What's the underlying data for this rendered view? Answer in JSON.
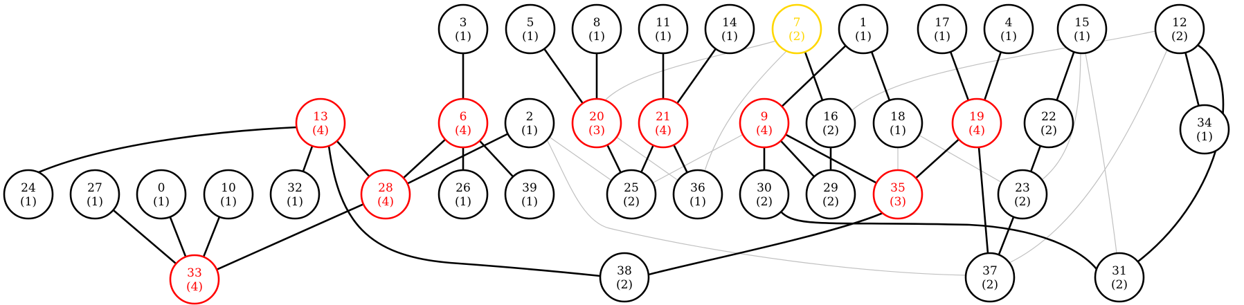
{
  "colors": {
    "default": "#000000",
    "highlight": "#ff0000",
    "selected": "#ffd700",
    "light_edge": "#c0c0c0"
  },
  "nodes": [
    {
      "id": "3",
      "label": "3",
      "count": "(1)",
      "state": "default"
    },
    {
      "id": "5",
      "label": "5",
      "count": "(1)",
      "state": "default"
    },
    {
      "id": "8",
      "label": "8",
      "count": "(1)",
      "state": "default"
    },
    {
      "id": "11",
      "label": "11",
      "count": "(1)",
      "state": "default"
    },
    {
      "id": "14",
      "label": "14",
      "count": "(1)",
      "state": "default"
    },
    {
      "id": "7",
      "label": "7",
      "count": "(2)",
      "state": "selected"
    },
    {
      "id": "1",
      "label": "1",
      "count": "(1)",
      "state": "default"
    },
    {
      "id": "17",
      "label": "17",
      "count": "(1)",
      "state": "default"
    },
    {
      "id": "4",
      "label": "4",
      "count": "(1)",
      "state": "default"
    },
    {
      "id": "15",
      "label": "15",
      "count": "(1)",
      "state": "default"
    },
    {
      "id": "12",
      "label": "12",
      "count": "(2)",
      "state": "default"
    },
    {
      "id": "13",
      "label": "13",
      "count": "(4)",
      "state": "highlight"
    },
    {
      "id": "6",
      "label": "6",
      "count": "(4)",
      "state": "highlight"
    },
    {
      "id": "2",
      "label": "2",
      "count": "(1)",
      "state": "default"
    },
    {
      "id": "20",
      "label": "20",
      "count": "(3)",
      "state": "highlight"
    },
    {
      "id": "21",
      "label": "21",
      "count": "(4)",
      "state": "highlight"
    },
    {
      "id": "9",
      "label": "9",
      "count": "(4)",
      "state": "highlight"
    },
    {
      "id": "16",
      "label": "16",
      "count": "(2)",
      "state": "default"
    },
    {
      "id": "18",
      "label": "18",
      "count": "(1)",
      "state": "default"
    },
    {
      "id": "19",
      "label": "19",
      "count": "(4)",
      "state": "highlight"
    },
    {
      "id": "22",
      "label": "22",
      "count": "(2)",
      "state": "default"
    },
    {
      "id": "34",
      "label": "34",
      "count": "(1)",
      "state": "default"
    },
    {
      "id": "24",
      "label": "24",
      "count": "(1)",
      "state": "default"
    },
    {
      "id": "27",
      "label": "27",
      "count": "(1)",
      "state": "default"
    },
    {
      "id": "0",
      "label": "0",
      "count": "(1)",
      "state": "default"
    },
    {
      "id": "10",
      "label": "10",
      "count": "(1)",
      "state": "default"
    },
    {
      "id": "32",
      "label": "32",
      "count": "(1)",
      "state": "default"
    },
    {
      "id": "28",
      "label": "28",
      "count": "(4)",
      "state": "highlight"
    },
    {
      "id": "26",
      "label": "26",
      "count": "(1)",
      "state": "default"
    },
    {
      "id": "39",
      "label": "39",
      "count": "(1)",
      "state": "default"
    },
    {
      "id": "25",
      "label": "25",
      "count": "(2)",
      "state": "default"
    },
    {
      "id": "36",
      "label": "36",
      "count": "(1)",
      "state": "default"
    },
    {
      "id": "30",
      "label": "30",
      "count": "(2)",
      "state": "default"
    },
    {
      "id": "29",
      "label": "29",
      "count": "(2)",
      "state": "default"
    },
    {
      "id": "35",
      "label": "35",
      "count": "(3)",
      "state": "highlight"
    },
    {
      "id": "23",
      "label": "23",
      "count": "(2)",
      "state": "default"
    },
    {
      "id": "33",
      "label": "33",
      "count": "(4)",
      "state": "highlight"
    },
    {
      "id": "38",
      "label": "38",
      "count": "(2)",
      "state": "default"
    },
    {
      "id": "37",
      "label": "37",
      "count": "(2)",
      "state": "default"
    },
    {
      "id": "31",
      "label": "31",
      "count": "(2)",
      "state": "default"
    }
  ],
  "edges": [
    {
      "from": "3",
      "to": "6",
      "weight": "strong"
    },
    {
      "from": "5",
      "to": "20",
      "weight": "strong"
    },
    {
      "from": "8",
      "to": "20",
      "weight": "strong"
    },
    {
      "from": "11",
      "to": "21",
      "weight": "strong"
    },
    {
      "from": "14",
      "to": "21",
      "weight": "strong"
    },
    {
      "from": "7",
      "to": "16",
      "weight": "strong"
    },
    {
      "from": "1",
      "to": "9",
      "weight": "strong"
    },
    {
      "from": "1",
      "to": "18",
      "weight": "strong"
    },
    {
      "from": "17",
      "to": "19",
      "weight": "strong"
    },
    {
      "from": "4",
      "to": "19",
      "weight": "strong"
    },
    {
      "from": "15",
      "to": "22",
      "weight": "strong"
    },
    {
      "from": "12",
      "to": "34",
      "weight": "strong"
    },
    {
      "from": "12",
      "to": "31",
      "weight": "strong"
    },
    {
      "from": "13",
      "to": "24",
      "weight": "strong"
    },
    {
      "from": "13",
      "to": "32",
      "weight": "strong"
    },
    {
      "from": "13",
      "to": "28",
      "weight": "strong"
    },
    {
      "from": "13",
      "to": "38",
      "weight": "strong"
    },
    {
      "from": "6",
      "to": "28",
      "weight": "strong"
    },
    {
      "from": "6",
      "to": "26",
      "weight": "strong"
    },
    {
      "from": "6",
      "to": "39",
      "weight": "strong"
    },
    {
      "from": "2",
      "to": "28",
      "weight": "strong"
    },
    {
      "from": "20",
      "to": "25",
      "weight": "strong"
    },
    {
      "from": "21",
      "to": "25",
      "weight": "strong"
    },
    {
      "from": "21",
      "to": "36",
      "weight": "strong"
    },
    {
      "from": "9",
      "to": "30",
      "weight": "strong"
    },
    {
      "from": "9",
      "to": "29",
      "weight": "strong"
    },
    {
      "from": "9",
      "to": "35",
      "weight": "strong"
    },
    {
      "from": "16",
      "to": "29",
      "weight": "strong"
    },
    {
      "from": "19",
      "to": "35",
      "weight": "strong"
    },
    {
      "from": "19",
      "to": "37",
      "weight": "strong"
    },
    {
      "from": "22",
      "to": "23",
      "weight": "strong"
    },
    {
      "from": "23",
      "to": "37",
      "weight": "strong"
    },
    {
      "from": "27",
      "to": "33",
      "weight": "strong"
    },
    {
      "from": "0",
      "to": "33",
      "weight": "strong"
    },
    {
      "from": "10",
      "to": "33",
      "weight": "strong"
    },
    {
      "from": "28",
      "to": "33",
      "weight": "strong"
    },
    {
      "from": "35",
      "to": "38",
      "weight": "strong"
    },
    {
      "from": "30",
      "to": "31",
      "weight": "strong"
    },
    {
      "from": "7",
      "to": "20",
      "weight": "light"
    },
    {
      "from": "7",
      "to": "36",
      "weight": "light"
    },
    {
      "from": "2",
      "to": "25",
      "weight": "light"
    },
    {
      "from": "2",
      "to": "37",
      "weight": "light"
    },
    {
      "from": "20",
      "to": "36",
      "weight": "light"
    },
    {
      "from": "9",
      "to": "25",
      "weight": "light"
    },
    {
      "from": "18",
      "to": "35",
      "weight": "light"
    },
    {
      "from": "18",
      "to": "23",
      "weight": "light"
    },
    {
      "from": "15",
      "to": "23",
      "weight": "light"
    },
    {
      "from": "15",
      "to": "31",
      "weight": "light"
    },
    {
      "from": "12",
      "to": "16",
      "weight": "light"
    },
    {
      "from": "12",
      "to": "37",
      "weight": "light"
    }
  ]
}
